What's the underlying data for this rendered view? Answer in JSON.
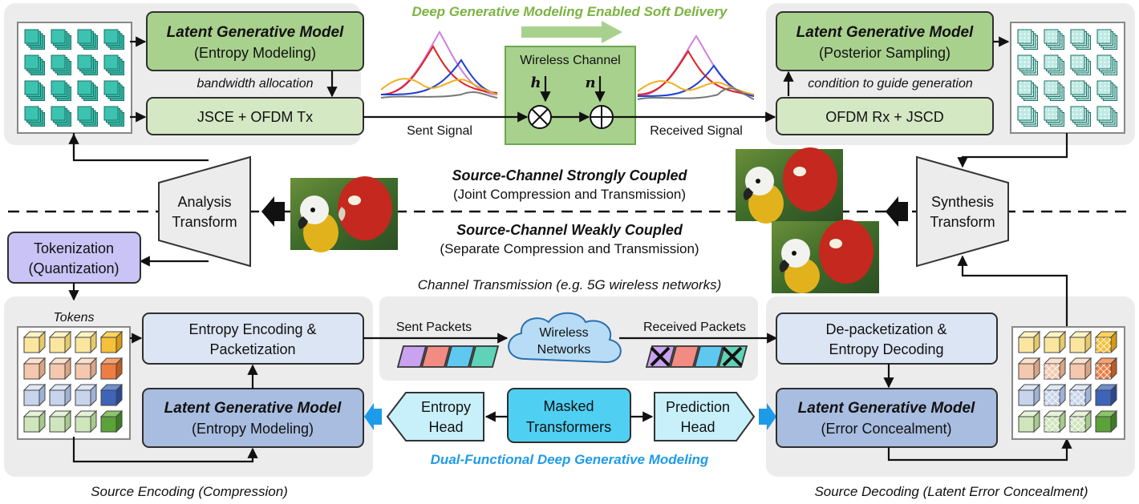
{
  "top": {
    "title": "Deep Generative Modeling Enabled Soft Delivery",
    "encoder_model_title": "Latent Generative Model",
    "encoder_model_sub": "(Entropy Modeling)",
    "bandwidth_label": "bandwidth allocation",
    "jsce_label": "JSCE + OFDM Tx",
    "sent_signal": "Sent Signal",
    "channel_title": "Wireless Channel",
    "h_symbol": "h",
    "n_symbol": "n",
    "received_signal": "Received Signal",
    "decoder_model_title": "Latent Generative Model",
    "decoder_model_sub": "(Posterior Sampling)",
    "condition_label": "condition to guide generation",
    "jscd_label": "OFDM Rx + JSCD"
  },
  "middle": {
    "analysis_line1": "Analysis",
    "analysis_line2": "Transform",
    "synthesis_line1": "Synthesis",
    "synthesis_line2": "Transform",
    "strong_title": "Source-Channel Strongly Coupled",
    "strong_sub": "(Joint Compression and Transmission)",
    "weak_title": "Source-Channel Weakly Coupled",
    "weak_sub": "(Separate Compression and Transmission)",
    "tokenization_line1": "Tokenization",
    "tokenization_line2": "(Quantization)",
    "channel_transmission": "Channel Transmission (e.g. 5G wireless networks)"
  },
  "bottom": {
    "tokens_label": "Tokens",
    "entropy_enc_line1": "Entropy Encoding &",
    "entropy_enc_line2": "Packetization",
    "enc_model_title": "Latent Generative Model",
    "enc_model_sub": "(Entropy Modeling)",
    "sent_packets": "Sent Packets",
    "wireless_line1": "Wireless",
    "wireless_line2": "Networks",
    "received_packets": "Received Packets",
    "depack_line1": "De-packetization &",
    "depack_line2": "Entropy Decoding",
    "dec_model_title": "Latent Generative Model",
    "dec_model_sub": "(Error Concealment)",
    "entropy_head_line1": "Entropy",
    "entropy_head_line2": "Head",
    "masked_line1": "Masked",
    "masked_line2": "Transformers",
    "prediction_head_line1": "Prediction",
    "prediction_head_line2": "Head",
    "dual_title": "Dual-Functional Deep Generative Modeling",
    "source_encoding": "Source Encoding (Compression)",
    "source_decoding": "Source Decoding (Latent Error Concealment)"
  },
  "colors": {
    "green_title": "#7cb342",
    "blue_title": "#1e9be8",
    "green_box": "#a9d18e",
    "green_box_light": "#d5e8c4",
    "blue_box_dark": "#a8bde0",
    "blue_box_light": "#dce5f4",
    "purple_box": "#c9c4f5",
    "cyan_box": "#4fd0f2",
    "cyan_light": "#c8f0fb",
    "panel_gray": "#ececec"
  }
}
